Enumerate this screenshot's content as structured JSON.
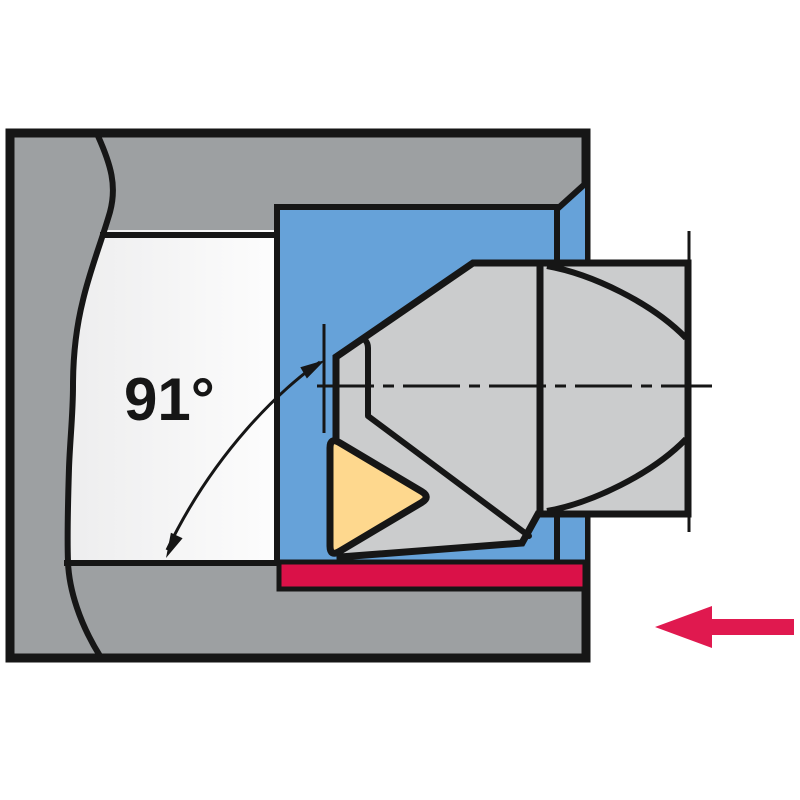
{
  "diagram": {
    "type": "technical-illustration",
    "subject": "Boring bar with indexable insert machining an internal bore; entering angle dimensioned; feed direction arrow at right",
    "angle_label": "91°",
    "icons": {
      "feed_direction_arrow": "left-arrow-icon",
      "angle_leader_start": "arrowhead-up-right-icon",
      "angle_leader_end": "arrowhead-down-icon"
    },
    "colors": {
      "background": "#ffffff",
      "outline": "#161616",
      "workpiece": "#9da0a2",
      "bore_shade": "#ededee",
      "bore_light": "#fdfdfd",
      "cutting_zone": "#66a2d9",
      "tool_body": "#cbcccd",
      "insert": "#fed88e",
      "machined_surface": "#da1148",
      "feed_arrow": "#e0194f"
    }
  }
}
